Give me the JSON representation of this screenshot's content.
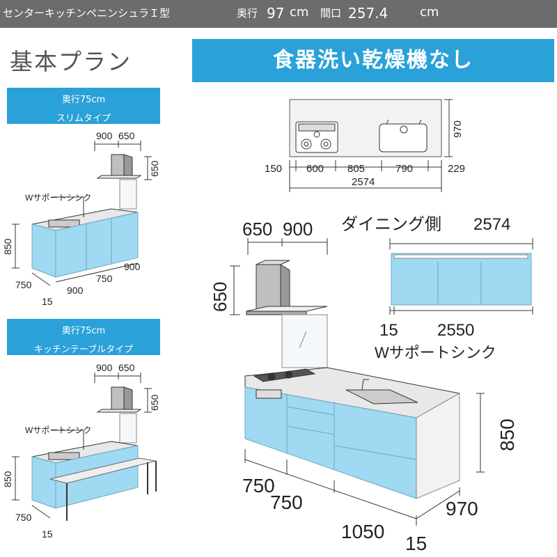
{
  "header": {
    "title": "センターキッチンペニンシュラＩ型",
    "depth_label": "奥行",
    "depth_value": "97",
    "depth_unit": "cm",
    "width_label": "間口",
    "width_value": "257.4",
    "width_unit": "cm"
  },
  "plan_title": "基本プラン",
  "main_banner": "食器洗い乾燥機なし",
  "variants": [
    {
      "line1": "奥行75cm",
      "line2": "スリムタイプ"
    },
    {
      "line1": "奥行75cm",
      "line2": "キッチンテーブルタイプ"
    }
  ],
  "top_view": {
    "depth": "970",
    "segments": [
      "150",
      "600",
      "805",
      "790",
      "229"
    ],
    "total": "2574"
  },
  "dining": {
    "label": "ダイニング側",
    "width": "2574",
    "seg_left": "15",
    "seg_main": "2550"
  },
  "main_view": {
    "hood_depth": "650",
    "hood_width": "900",
    "hood_height": "650",
    "sink_label": "Wサポートシンク",
    "height": "850",
    "base_left": "750",
    "base_mid": "750",
    "base_right": "1050",
    "depth": "970",
    "gap": "15"
  },
  "slim_view": {
    "hood_width": "900",
    "hood_depth": "650",
    "hood_height": "650",
    "sink_label": "Wサポートシンク",
    "height": "850",
    "dim_a": "750",
    "dim_b": "900",
    "dim_c": "750",
    "dim_d": "900",
    "gap": "15"
  },
  "table_view": {
    "hood_width": "900",
    "hood_depth": "650",
    "hood_height": "650",
    "sink_label": "Wサポートシンク",
    "height": "850",
    "dim_a": "750",
    "gap": "15"
  },
  "colors": {
    "header_bg": "#6c6c6c",
    "banner_bg": "#2aa1d8",
    "cabinet": "#9fd9f2",
    "cabinet_edge": "#6aa8c4"
  }
}
